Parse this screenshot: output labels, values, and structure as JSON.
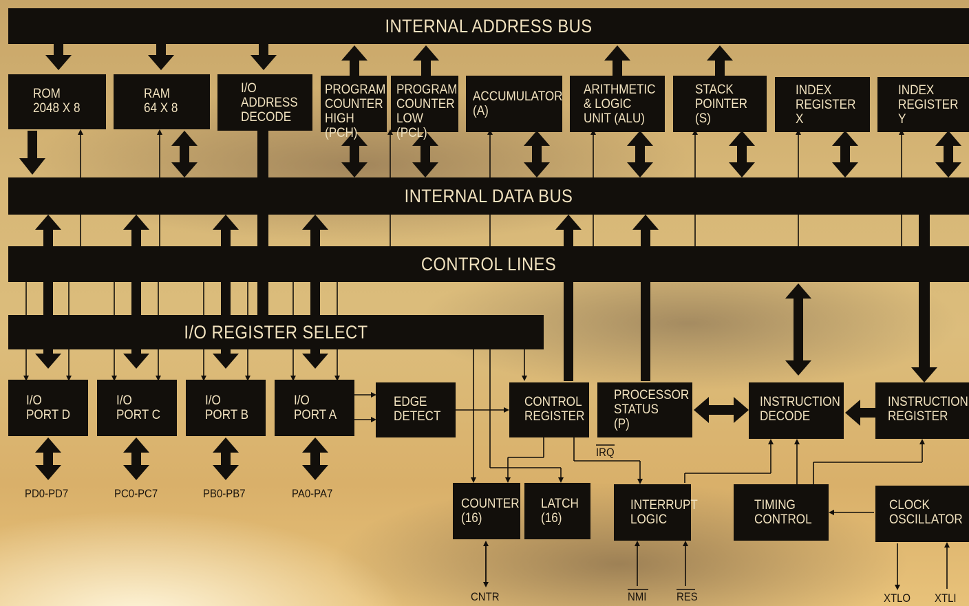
{
  "buses": {
    "address": "INTERNAL ADDRESS BUS",
    "data": "INTERNAL DATA BUS",
    "control": "CONTROL LINES",
    "io_select": "I/O REGISTER SELECT"
  },
  "blocks": {
    "rom": "ROM\n2048 X 8",
    "ram": "RAM\n64 X 8",
    "io_decode": "I/O\nADDRESS\nDECODE",
    "pch": "PROGRAM\nCOUNTER\nHIGH (PCH)",
    "pcl": "PROGRAM\nCOUNTER\nLOW (PCL)",
    "acc": "ACCUMULATOR\n(A)",
    "alu": "ARITHMETIC\n& LOGIC\nUNIT (ALU)",
    "sp": "STACK\nPOINTER\n(S)",
    "ix": "INDEX\nREGISTER\nX",
    "iy": "INDEX\nREGISTER\nY",
    "port_d": "I/O\nPORT D",
    "port_c": "I/O\nPORT C",
    "port_b": "I/O\nPORT B",
    "port_a": "I/O\nPORT A",
    "edge": "EDGE\nDETECT",
    "ctrl_reg": "CONTROL\nREGISTER",
    "status": "PROCESSOR\nSTATUS\n(P)",
    "inst_decode": "INSTRUCTION\nDECODE",
    "inst_reg": "INSTRUCTION\nREGISTER",
    "counter": "COUNTER\n(16)",
    "latch": "LATCH\n(16)",
    "interrupt": "INTERRUPT\nLOGIC",
    "timing": "TIMING\nCONTROL",
    "clock": "CLOCK\nOSCILLATOR"
  },
  "pins": {
    "pd": "PD0-PD7",
    "pc": "PC0-PC7",
    "pb": "PB0-PB7",
    "pa": "PA0-PA7",
    "irq": "IRQ",
    "cntr": "CNTR",
    "nmi": "NMI",
    "res": "RES",
    "xtlo": "XTLO",
    "xtli": "XTLI"
  }
}
